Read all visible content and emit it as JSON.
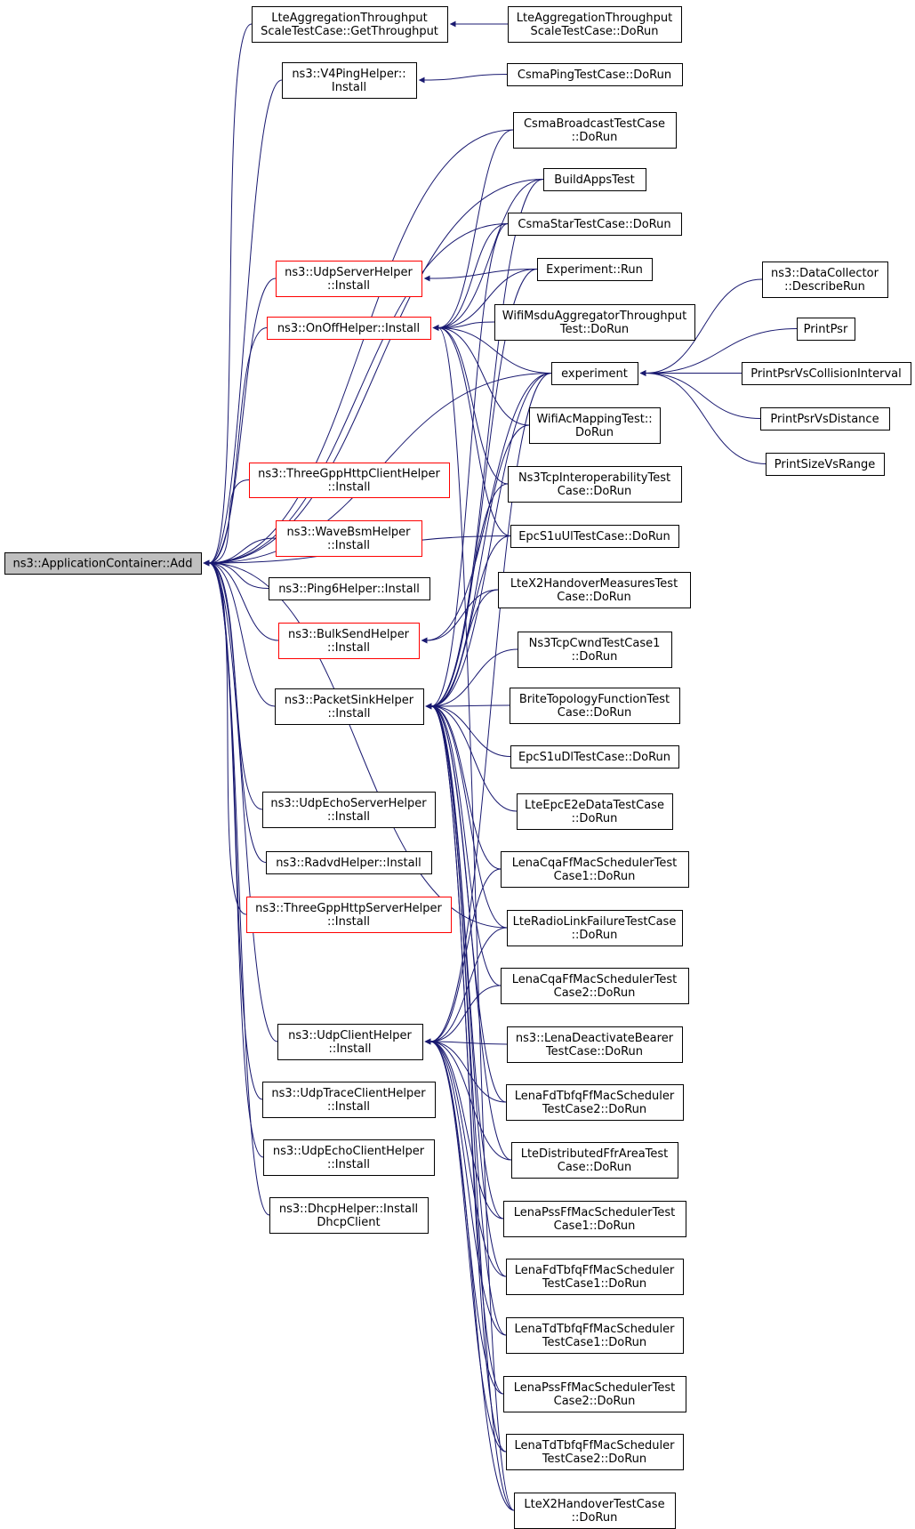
{
  "colors": {
    "edge": "#191970",
    "node_border": "#000000",
    "node_border_red": "#ff0000",
    "root_fill": "#bfbfbf",
    "node_fill": "#ffffff"
  },
  "nodes": {
    "root": [
      "ns3::ApplicationContainer::Add"
    ],
    "lte_agg_get": [
      "LteAggregationThroughput",
      "ScaleTestCase::GetThroughput"
    ],
    "v4ping": [
      "ns3::V4PingHelper::",
      "Install"
    ],
    "udpserver": [
      "ns3::UdpServerHelper",
      "::Install"
    ],
    "onoff": [
      "ns3::OnOffHelper::Install"
    ],
    "tgpp_client": [
      "ns3::ThreeGppHttpClientHelper",
      "::Install"
    ],
    "wavebsm": [
      "ns3::WaveBsmHelper",
      "::Install"
    ],
    "ping6": [
      "ns3::Ping6Helper::Install"
    ],
    "bulksend": [
      "ns3::BulkSendHelper",
      "::Install"
    ],
    "packetsink": [
      "ns3::PacketSinkHelper",
      "::Install"
    ],
    "udpechoserver": [
      "ns3::UdpEchoServerHelper",
      "::Install"
    ],
    "radvd": [
      "ns3::RadvdHelper::Install"
    ],
    "tgpp_server": [
      "ns3::ThreeGppHttpServerHelper",
      "::Install"
    ],
    "udpclient": [
      "ns3::UdpClientHelper",
      "::Install"
    ],
    "udptrace": [
      "ns3::UdpTraceClientHelper",
      "::Install"
    ],
    "udpechoclient": [
      "ns3::UdpEchoClientHelper",
      "::Install"
    ],
    "dhcp": [
      "ns3::DhcpHelper::Install",
      "DhcpClient"
    ],
    "lte_agg_dorun": [
      "LteAggregationThroughput",
      "ScaleTestCase::DoRun"
    ],
    "csmaping": [
      "CsmaPingTestCase::DoRun"
    ],
    "csmabroadcast": [
      "CsmaBroadcastTestCase",
      "::DoRun"
    ],
    "buildapps": [
      "BuildAppsTest"
    ],
    "csmastar": [
      "CsmaStarTestCase::DoRun"
    ],
    "exprun": [
      "Experiment::Run"
    ],
    "wifimsdu": [
      "WifiMsduAggregatorThroughput",
      "Test::DoRun"
    ],
    "experiment": [
      "experiment"
    ],
    "wifiac": [
      "WifiAcMappingTest::",
      "DoRun"
    ],
    "ns3tcpinterop": [
      "Ns3TcpInteroperabilityTest",
      "Case::DoRun"
    ],
    "epcs1uul": [
      "EpcS1uUlTestCase::DoRun"
    ],
    "ltex2measures": [
      "LteX2HandoverMeasuresTest",
      "Case::DoRun"
    ],
    "ns3tcpcwnd": [
      "Ns3TcpCwndTestCase1",
      "::DoRun"
    ],
    "brite": [
      "BriteTopologyFunctionTest",
      "Case::DoRun"
    ],
    "epcs1udl": [
      "EpcS1uDlTestCase::DoRun"
    ],
    "lteepce2e": [
      "LteEpcE2eDataTestCase",
      "::DoRun"
    ],
    "lenacqa1": [
      "LenaCqaFfMacSchedulerTest",
      "Case1::DoRun"
    ],
    "lterlf": [
      "LteRadioLinkFailureTestCase",
      "::DoRun"
    ],
    "lenacqa2": [
      "LenaCqaFfMacSchedulerTest",
      "Case2::DoRun"
    ],
    "lenadeact": [
      "ns3::LenaDeactivateBearer",
      "TestCase::DoRun"
    ],
    "lenafdtbfq2": [
      "LenaFdTbfqFfMacScheduler",
      "TestCase2::DoRun"
    ],
    "ltedistffr": [
      "LteDistributedFfrAreaTest",
      "Case::DoRun"
    ],
    "lenapss1": [
      "LenaPssFfMacSchedulerTest",
      "Case1::DoRun"
    ],
    "lenafdtbfq1": [
      "LenaFdTbfqFfMacScheduler",
      "TestCase1::DoRun"
    ],
    "lenatdtbfq1": [
      "LenaTdTbfqFfMacScheduler",
      "TestCase1::DoRun"
    ],
    "lenapss2": [
      "LenaPssFfMacSchedulerTest",
      "Case2::DoRun"
    ],
    "lenatdtbfq2": [
      "LenaTdTbfqFfMacScheduler",
      "TestCase2::DoRun"
    ],
    "ltex2handover": [
      "LteX2HandoverTestCase",
      "::DoRun"
    ],
    "datacollector": [
      "ns3::DataCollector",
      "::DescribeRun"
    ],
    "printpsr": [
      "PrintPsr"
    ],
    "printpsrcoll": [
      "PrintPsrVsCollisionInterval"
    ],
    "printpsrdist": [
      "PrintPsrVsDistance"
    ],
    "printsize": [
      "PrintSizeVsRange"
    ]
  },
  "edges": [
    [
      "root",
      "lte_agg_get"
    ],
    [
      "root",
      "v4ping"
    ],
    [
      "root",
      "udpserver"
    ],
    [
      "root",
      "onoff"
    ],
    [
      "root",
      "tgpp_client"
    ],
    [
      "root",
      "wavebsm"
    ],
    [
      "root",
      "ping6"
    ],
    [
      "root",
      "bulksend"
    ],
    [
      "root",
      "packetsink"
    ],
    [
      "root",
      "udpechoserver"
    ],
    [
      "root",
      "radvd"
    ],
    [
      "root",
      "tgpp_server"
    ],
    [
      "root",
      "udpclient"
    ],
    [
      "root",
      "udptrace"
    ],
    [
      "root",
      "udpechoclient"
    ],
    [
      "root",
      "dhcp"
    ],
    [
      "root",
      "csmabroadcast"
    ],
    [
      "root",
      "buildapps"
    ],
    [
      "root",
      "csmastar"
    ],
    [
      "root",
      "experiment"
    ],
    [
      "root",
      "epcs1uul"
    ],
    [
      "root",
      "lterlf"
    ],
    [
      "lte_agg_get",
      "lte_agg_dorun"
    ],
    [
      "v4ping",
      "csmaping"
    ],
    [
      "udpserver",
      "exprun"
    ],
    [
      "onoff",
      "csmabroadcast"
    ],
    [
      "onoff",
      "buildapps"
    ],
    [
      "onoff",
      "csmastar"
    ],
    [
      "onoff",
      "exprun"
    ],
    [
      "onoff",
      "wifimsdu"
    ],
    [
      "onoff",
      "experiment"
    ],
    [
      "onoff",
      "wifiac"
    ],
    [
      "onoff",
      "ns3tcpinterop"
    ],
    [
      "onoff",
      "epcs1uul"
    ],
    [
      "onoff",
      "ltex2handover"
    ],
    [
      "bulksend",
      "experiment"
    ],
    [
      "bulksend",
      "ltex2measures"
    ],
    [
      "packetsink",
      "buildapps"
    ],
    [
      "packetsink",
      "csmastar"
    ],
    [
      "packetsink",
      "exprun"
    ],
    [
      "packetsink",
      "experiment"
    ],
    [
      "packetsink",
      "wifiac"
    ],
    [
      "packetsink",
      "ns3tcpinterop"
    ],
    [
      "packetsink",
      "epcs1uul"
    ],
    [
      "packetsink",
      "ltex2measures"
    ],
    [
      "packetsink",
      "ns3tcpcwnd"
    ],
    [
      "packetsink",
      "brite"
    ],
    [
      "packetsink",
      "epcs1udl"
    ],
    [
      "packetsink",
      "lteepce2e"
    ],
    [
      "packetsink",
      "lenacqa1"
    ],
    [
      "packetsink",
      "lterlf"
    ],
    [
      "packetsink",
      "lenacqa2"
    ],
    [
      "packetsink",
      "lenafdtbfq2"
    ],
    [
      "packetsink",
      "ltedistffr"
    ],
    [
      "packetsink",
      "lenapss1"
    ],
    [
      "packetsink",
      "lenafdtbfq1"
    ],
    [
      "packetsink",
      "lenatdtbfq1"
    ],
    [
      "packetsink",
      "lenapss2"
    ],
    [
      "packetsink",
      "lenatdtbfq2"
    ],
    [
      "packetsink",
      "ltex2handover"
    ],
    [
      "udpclient",
      "experiment"
    ],
    [
      "udpclient",
      "lenacqa1"
    ],
    [
      "udpclient",
      "lterlf"
    ],
    [
      "udpclient",
      "lenacqa2"
    ],
    [
      "udpclient",
      "lenadeact"
    ],
    [
      "udpclient",
      "lenafdtbfq2"
    ],
    [
      "udpclient",
      "ltedistffr"
    ],
    [
      "udpclient",
      "lenapss1"
    ],
    [
      "udpclient",
      "lenafdtbfq1"
    ],
    [
      "udpclient",
      "lenatdtbfq1"
    ],
    [
      "udpclient",
      "lenapss2"
    ],
    [
      "udpclient",
      "lenatdtbfq2"
    ],
    [
      "udpclient",
      "ltex2handover"
    ],
    [
      "experiment",
      "datacollector"
    ],
    [
      "experiment",
      "printpsr"
    ],
    [
      "experiment",
      "printpsrcoll"
    ],
    [
      "experiment",
      "printpsrdist"
    ],
    [
      "experiment",
      "printsize"
    ]
  ]
}
